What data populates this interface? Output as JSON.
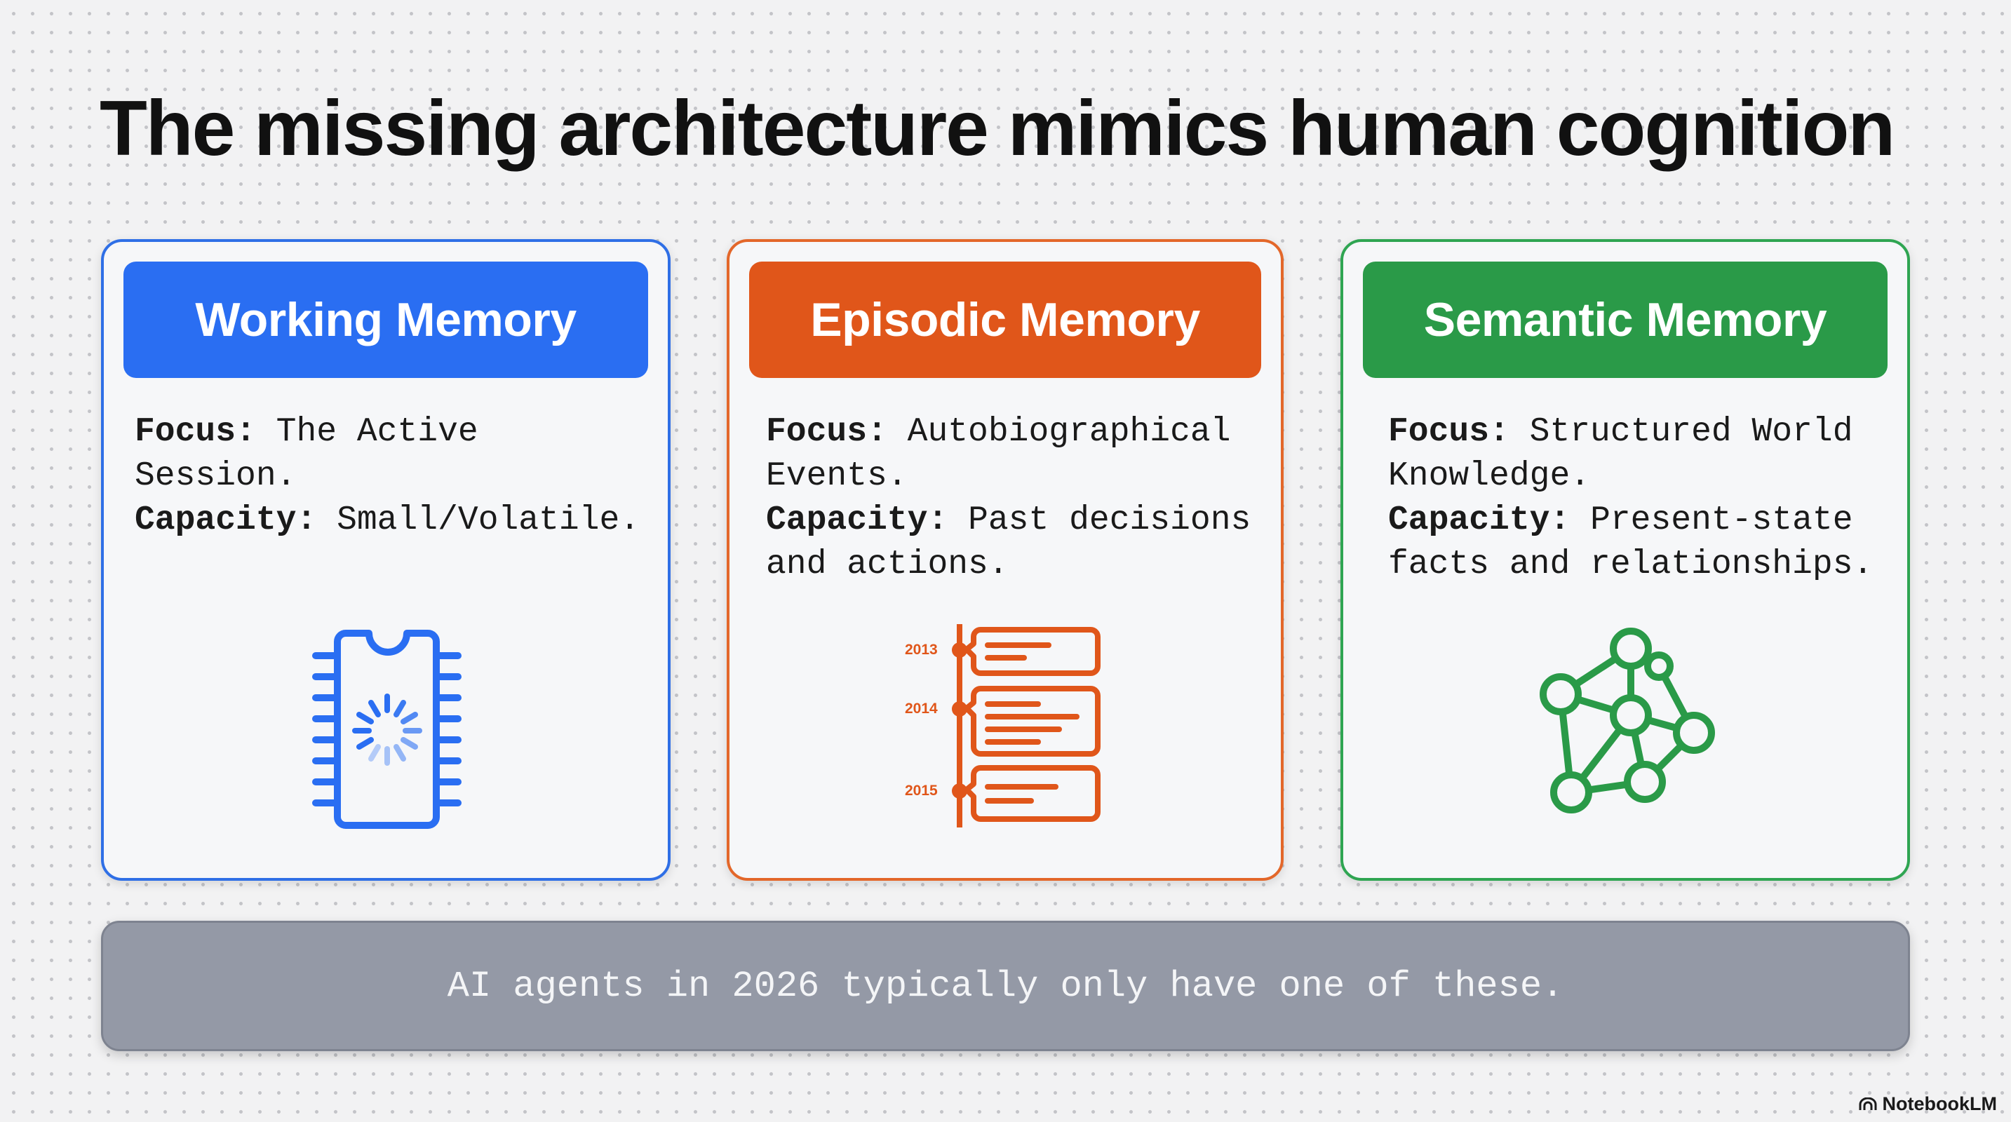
{
  "title": "The missing architecture mimics human cognition",
  "colors": {
    "working": "#2a6ef2",
    "episodic": "#e0561a",
    "semantic": "#2a9a48",
    "footer": "#9499a6"
  },
  "cards": [
    {
      "header": "Working Memory",
      "focus_label": "Focus:",
      "focus_text": "The Active Session.",
      "capacity_label": "Capacity:",
      "capacity_text": "Small/Volatile.",
      "icon": "memory-chip-icon"
    },
    {
      "header": "Episodic Memory",
      "focus_label": "Focus:",
      "focus_text": "Autobiographical Events.",
      "capacity_label": "Capacity:",
      "capacity_text": "Past decisions and actions.",
      "icon": "timeline-icon",
      "timeline_years": [
        "2013",
        "2014",
        "2015"
      ]
    },
    {
      "header": "Semantic Memory",
      "focus_label": "Focus:",
      "focus_text": "Structured World Knowledge.",
      "capacity_label": "Capacity:",
      "capacity_text": "Present-state facts and relationships.",
      "icon": "knowledge-graph-icon"
    }
  ],
  "footer": "AI agents in 2026 typically only have one of these.",
  "brand": "NotebookLM"
}
